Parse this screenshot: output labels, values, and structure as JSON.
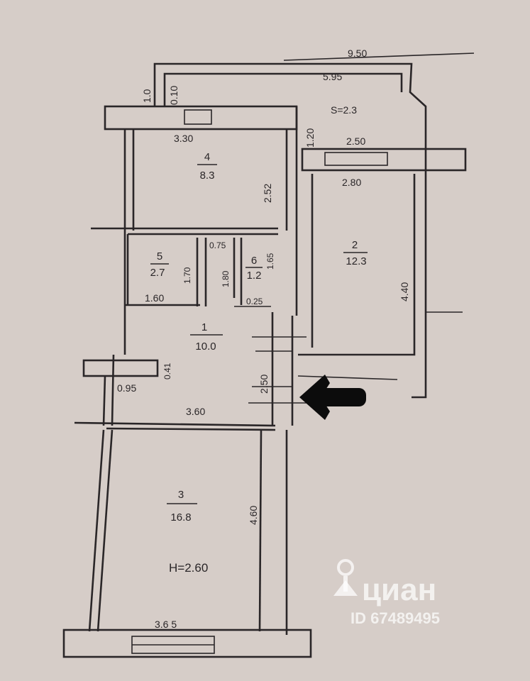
{
  "dimensions": {
    "top_total": "9.50",
    "top_inner": "5.95",
    "wall_left_a": "1.0",
    "wall_left_b": "0.10",
    "room4_width": "3.30",
    "corridor_width": "1.20",
    "room2_top": "2.50",
    "room2_width": "2.80",
    "room4_height": "2.52",
    "room2_height": "4.40",
    "room5_width": "1.60",
    "room5_height": "1.70",
    "room6_side": "1.80",
    "room6_door": "0.75",
    "room6_bottom": "0.25",
    "room6_right": "1.65",
    "hall_height": "2.50",
    "wall_0_41": "0.41",
    "wall_0_95": "0.95",
    "room3_top": "3.60",
    "room3_height": "4.60",
    "room3_bottom": "3.6 5"
  },
  "rooms": [
    {
      "num": "4",
      "area": "8.3"
    },
    {
      "num": "2",
      "area": "12.3"
    },
    {
      "num": "5",
      "area": "2.7"
    },
    {
      "num": "6",
      "area": "1.2"
    },
    {
      "num": "1",
      "area": "10.0"
    },
    {
      "num": "3",
      "area": "16.8"
    }
  ],
  "annotations": {
    "balcony_area": "S=2.3",
    "ceiling_height": "H=2.60"
  },
  "watermark": {
    "brand": "циан",
    "id": "ID 67489495"
  },
  "colors": {
    "paper": "#d6cdc8",
    "ink": "#2a2628"
  }
}
